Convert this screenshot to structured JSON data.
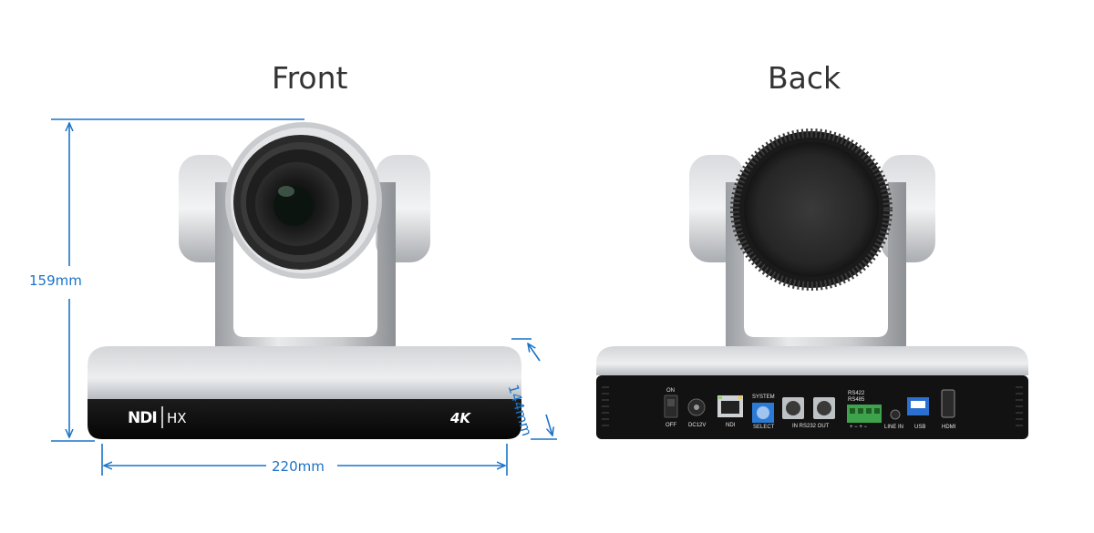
{
  "headings": {
    "front": "Front",
    "back": "Back"
  },
  "dimensions": {
    "height": "159mm",
    "depth": "144mm",
    "width": "220mm"
  },
  "front_branding": {
    "ndi": "NDI",
    "hx": "HX",
    "resolution": "4K"
  },
  "back_panel": {
    "power_on": "ON",
    "power_off": "OFF",
    "dc": "DC12V",
    "network": "NDI",
    "system_top": "SYSTEM",
    "system_bottom": "SELECT",
    "rs232": "IN  RS232  OUT",
    "rs422": "RS422",
    "rs485": "RS485",
    "rs_terminals": "+  −  +  −",
    "line_in": "LINE  IN",
    "usb": "USB",
    "hdmi": "HDMI"
  },
  "colors": {
    "dimension_line": "#1a73c8",
    "heading_text": "#333333"
  }
}
